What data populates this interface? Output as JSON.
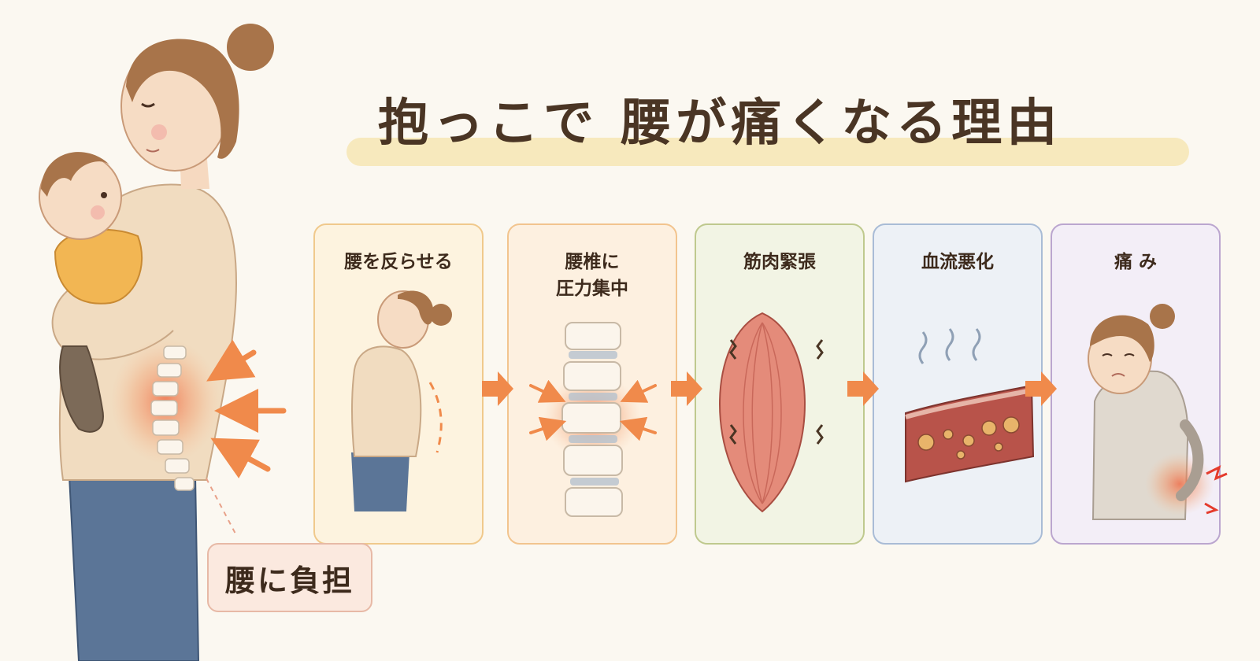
{
  "title": "抱っこで 腰が痛くなる理由",
  "burden_label": "腰に負担",
  "steps": [
    {
      "label": "腰を反らせる"
    },
    {
      "label": "腰椎に\n圧力集中"
    },
    {
      "label": "筋肉緊張"
    },
    {
      "label": "血流悪化"
    },
    {
      "label": "痛 み"
    }
  ],
  "colors": {
    "accent_arrow": "#f08a4b",
    "card_borders": [
      "#f0c98c",
      "#f2c48e",
      "#bfc98e",
      "#a9bcd6",
      "#bba6cf"
    ],
    "card_fills": [
      "#fdf3df",
      "#fdf0e0",
      "#f2f4e4",
      "#edf1f6",
      "#f3eef7"
    ]
  }
}
